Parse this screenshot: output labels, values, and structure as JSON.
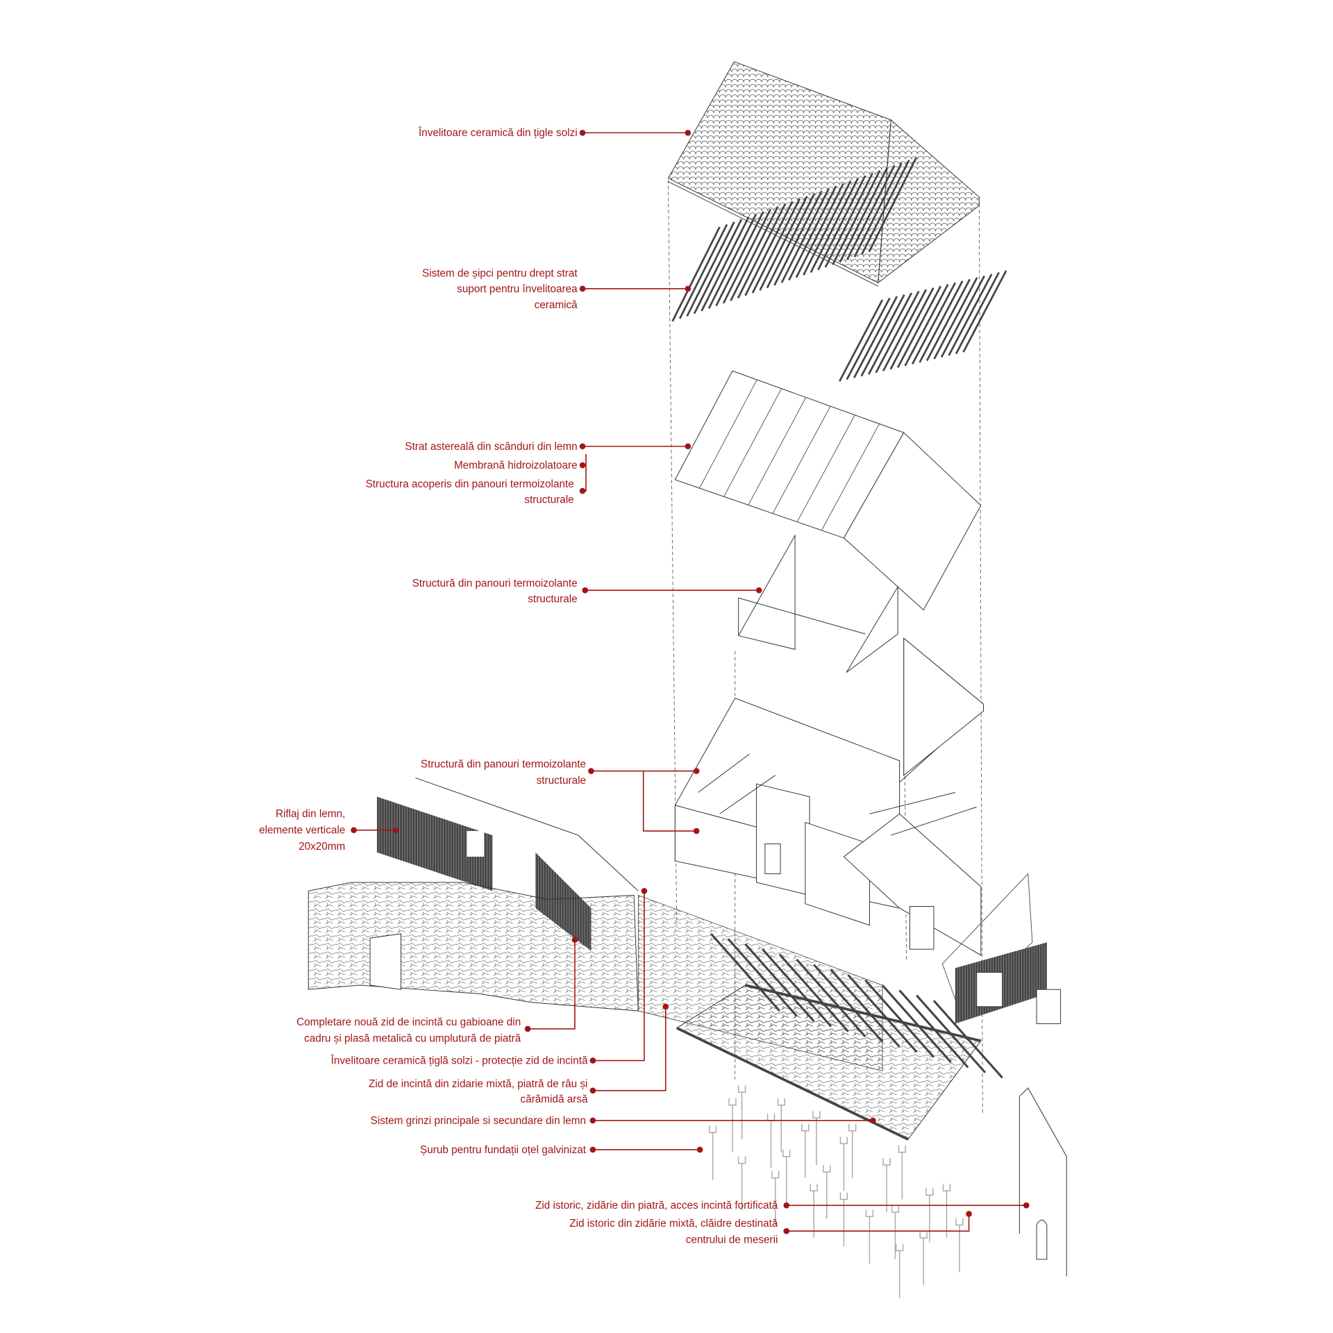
{
  "labels": {
    "roof_tiles": "Învelitoare ceramică din țigle solzi",
    "battens": [
      "Sistem de șipci pentru drept strat",
      "suport pentru învelitoarea",
      "ceramică"
    ],
    "boarding": "Strat astereală din scânduri din lemn",
    "membrane": "Membrană hidroizolatoare",
    "roof_structure": [
      "Structura acoperis din panouri termoizolante",
      "structurale"
    ],
    "upper_panels": [
      "Structură din panouri termoizolante",
      "structurale"
    ],
    "lower_panels": [
      "Structură din panouri termoizolante",
      "structurale"
    ],
    "cladding": [
      "Riflaj din lemn,",
      "elemente verticale",
      "20x20mm"
    ],
    "gabion_wall": [
      "Completare nouă zid de incintă cu gabioane din",
      "cadru și plasă metalică cu umplutură de piatră"
    ],
    "wall_tiles": "Învelitoare ceramică țiglă solzi - protecție zid de incintă",
    "enclosure_wall": [
      "Zid de incintă din zidarie mixtă, piatră de râu și",
      "cărămidă arsă"
    ],
    "beams": "Sistem grinzi principale si secundare din lemn",
    "screw": "Șurub pentru fundații oțel galvinizat",
    "historic_wall_stone": "Zid istoric, zidărie din piatră, acces incintă fortificată",
    "historic_wall_mixed": [
      "Zid istoric din zidărie mixtă, clăidre destinată",
      "centrului de meserii"
    ]
  },
  "colors": {
    "accent": "#a31515",
    "line": "#333333"
  }
}
